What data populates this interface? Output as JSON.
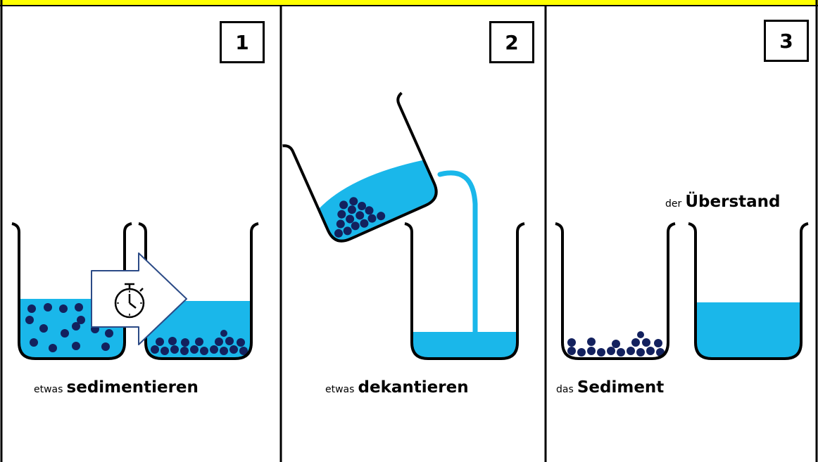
{
  "colors": {
    "header_yellow": "#ffff00",
    "water": "#1ab7ea",
    "particle": "#13215e",
    "outline": "#000000"
  },
  "icons": {
    "timer": "stopwatch-icon",
    "arrow": "right-arrow-icon"
  },
  "panels": [
    {
      "number": "1",
      "caption_prefix": "etwas",
      "caption_term": "sedimentieren"
    },
    {
      "number": "2",
      "caption_prefix": "etwas",
      "caption_term": "dekantieren"
    },
    {
      "number": "3",
      "caption_prefix": "das",
      "caption_term": "Sediment",
      "label_prefix": "der",
      "label_term": "Überstand"
    }
  ]
}
